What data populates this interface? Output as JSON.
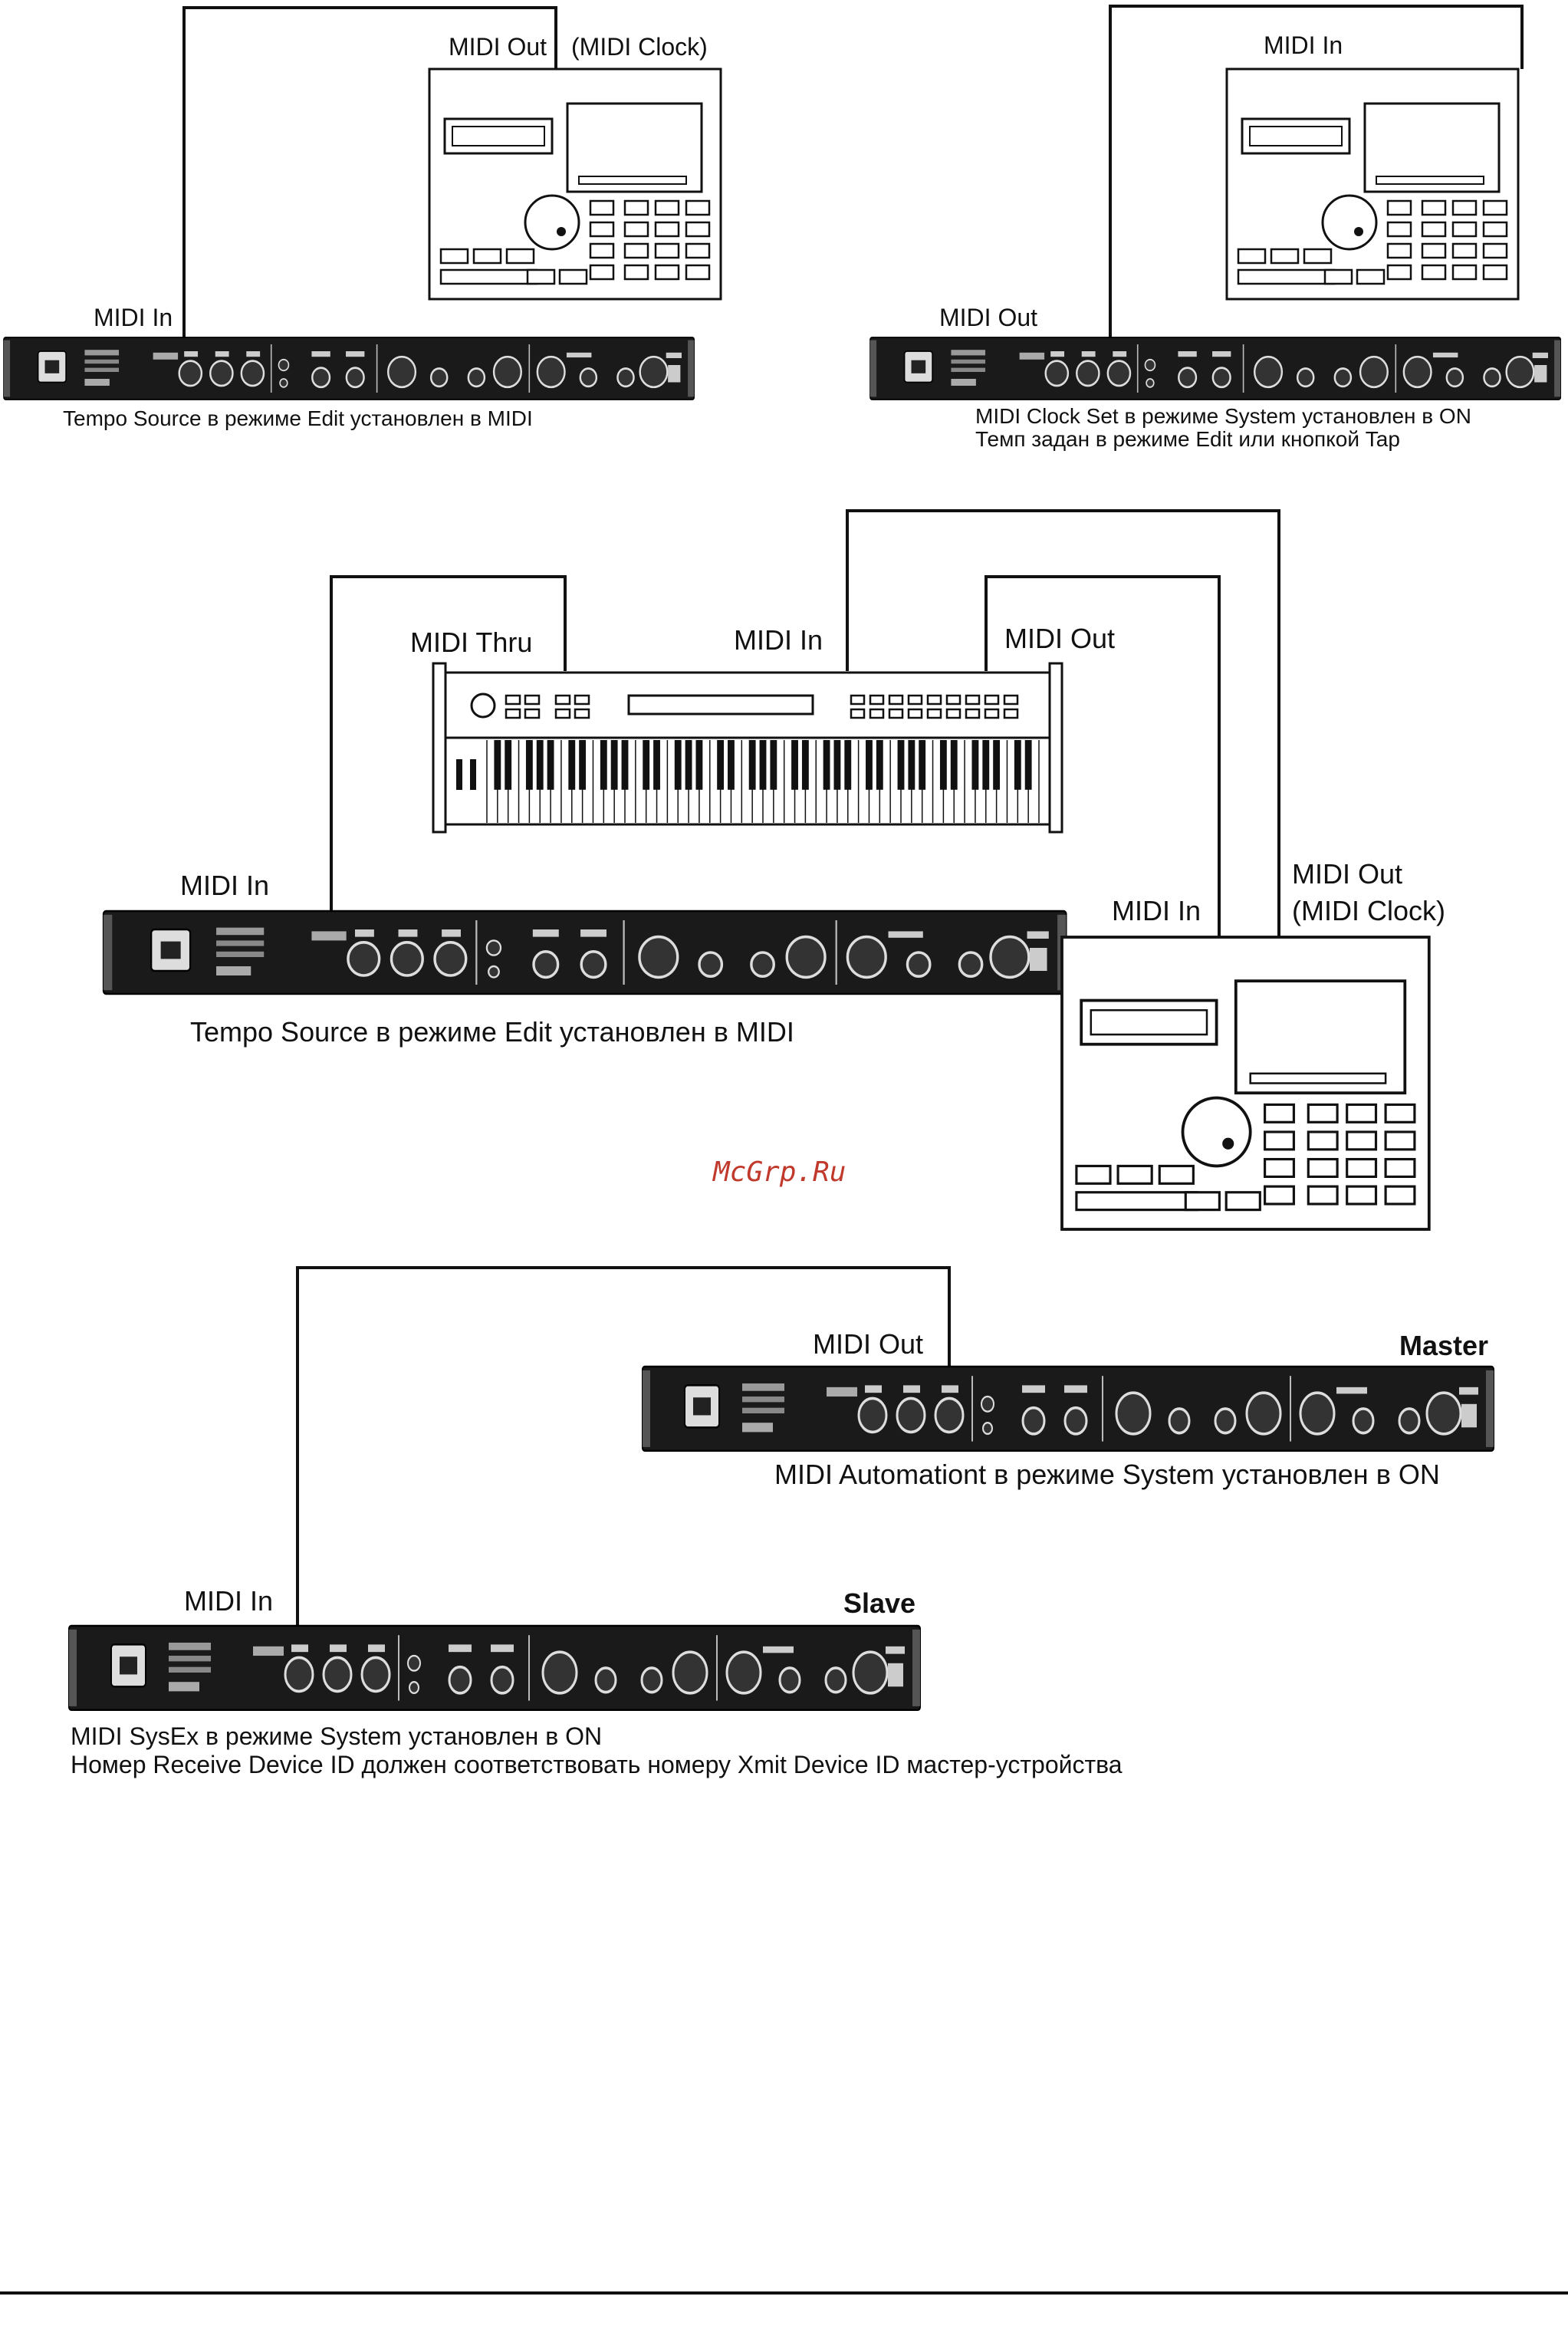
{
  "diagram1": {
    "left": {
      "sequencer_port_label": "MIDI Out",
      "sequencer_port_note": "(MIDI Clock)",
      "rack_port_label": "MIDI In",
      "caption": "Tempo Source в режиме Edit установлен в MIDI"
    },
    "right": {
      "sequencer_port_label": "MIDI In",
      "rack_port_label": "MIDI Out",
      "caption_line1": "MIDI Clock Set в режиме System установлен в ON",
      "caption_line2": "Темп задан в режиме Edit или кнопкой Tap"
    }
  },
  "diagram2": {
    "keyboard_thru_label": "MIDI Thru",
    "keyboard_in_label": "MIDI In",
    "keyboard_out_label": "MIDI Out",
    "rack_in_label": "MIDI In",
    "sequencer_in_label": "MIDI In",
    "sequencer_out_label": "MIDI Out",
    "sequencer_out_note": "(MIDI Clock)",
    "caption": "Tempo Source в режиме Edit установлен в MIDI"
  },
  "watermark": "McGrp.Ru",
  "diagram3": {
    "master_port_label": "MIDI Out",
    "master_title": "Master",
    "master_caption": "MIDI Automationt в режиме System установлен в ON",
    "slave_port_label": "MIDI In",
    "slave_title": "Slave",
    "slave_caption_line1": "MIDI SysEx в режиме System установлен в ON",
    "slave_caption_line2": "Номер Receive Device ID должен соответствовать номеру Xmit Device ID мастер-устройства"
  }
}
